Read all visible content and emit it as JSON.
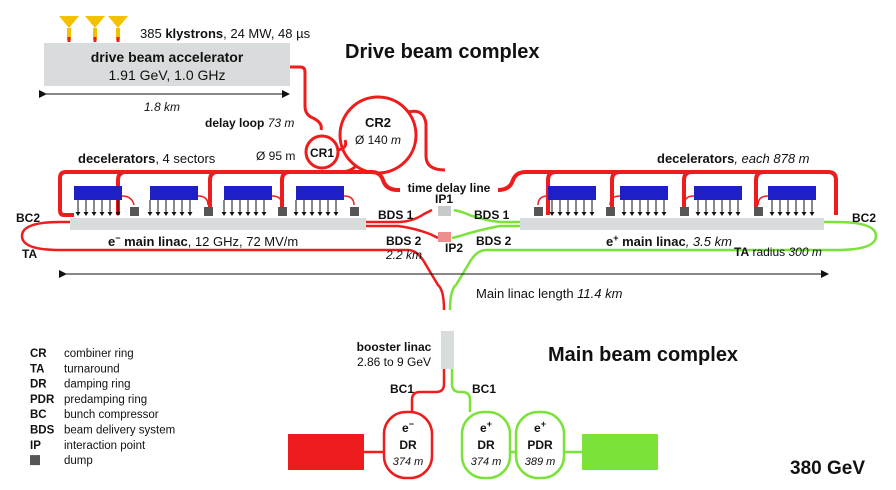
{
  "titles": {
    "drive": "Drive beam complex",
    "main": "Main beam complex",
    "energy": "380 GeV"
  },
  "klystron": {
    "count": "385",
    "word": "klystrons",
    "spec": ", 24 MW, 48 µs"
  },
  "drive_accel": {
    "name": "drive beam accelerator",
    "spec": "1.91 GeV, 1.0 GHz",
    "length": "1.8 km"
  },
  "delay_loop": {
    "name": "delay loop",
    "length": "73 m"
  },
  "cr1": {
    "name": "CR1",
    "diameter": "Ø 95 m"
  },
  "cr2": {
    "name": "CR2",
    "diameter_sym": "Ø 140",
    "diameter_unit": "m"
  },
  "decel_left": {
    "name": "decelerators",
    "detail": ", 4 sectors"
  },
  "decel_right": {
    "name": "decelerators",
    "detail": ", each 878 m"
  },
  "time_delay": "time delay line",
  "bds": {
    "left1": "BDS 1",
    "right1": "BDS 1",
    "left2": "BDS 2",
    "right2": "BDS 2",
    "len2": "2.2 km",
    "ip1": "IP1",
    "ip2": "IP2"
  },
  "linac_left": {
    "particle": "e",
    "sup": "−",
    "name": " main linac",
    "spec": ", 12 GHz, 72 MV/m"
  },
  "linac_right": {
    "particle": "e",
    "sup": "+",
    "name": " main linac",
    "spec": ", 3.5 km"
  },
  "bc2_left": "BC2",
  "bc2_right": "BC2",
  "ta_left": "TA",
  "ta_right": {
    "name": "TA",
    "detail": " radius ",
    "value": "300 m"
  },
  "main_length": {
    "text": "Main linac length ",
    "value": "11.4 km"
  },
  "booster": {
    "name": "booster linac",
    "spec": "2.86 to 9 GeV"
  },
  "bc1_left": "BC1",
  "bc1_right": "BC1",
  "dr_e": {
    "sup": "−",
    "name": "DR",
    "length": "374 m"
  },
  "dr_p": {
    "sup": "+",
    "name": "DR",
    "length": "374 m"
  },
  "pdr_p": {
    "sup": "+",
    "name": "PDR",
    "length": "389 m"
  },
  "legend": [
    {
      "abbr": "CR",
      "desc": "combiner ring"
    },
    {
      "abbr": "TA",
      "desc": "turnaround"
    },
    {
      "abbr": "DR",
      "desc": "damping ring"
    },
    {
      "abbr": "PDR",
      "desc": "predamping ring"
    },
    {
      "abbr": "BC",
      "desc": "bunch compressor"
    },
    {
      "abbr": "BDS",
      "desc": "beam delivery system"
    },
    {
      "abbr": "IP",
      "desc": "interaction point"
    },
    {
      "abbr": "",
      "desc": "dump"
    }
  ],
  "colors": {
    "electron": "#ee1c1c",
    "positron": "#7be23a",
    "decelerator": "#1f1fc8",
    "linac": "#d9dcdc",
    "klystron": "#f2c200",
    "dump": "#555555"
  }
}
